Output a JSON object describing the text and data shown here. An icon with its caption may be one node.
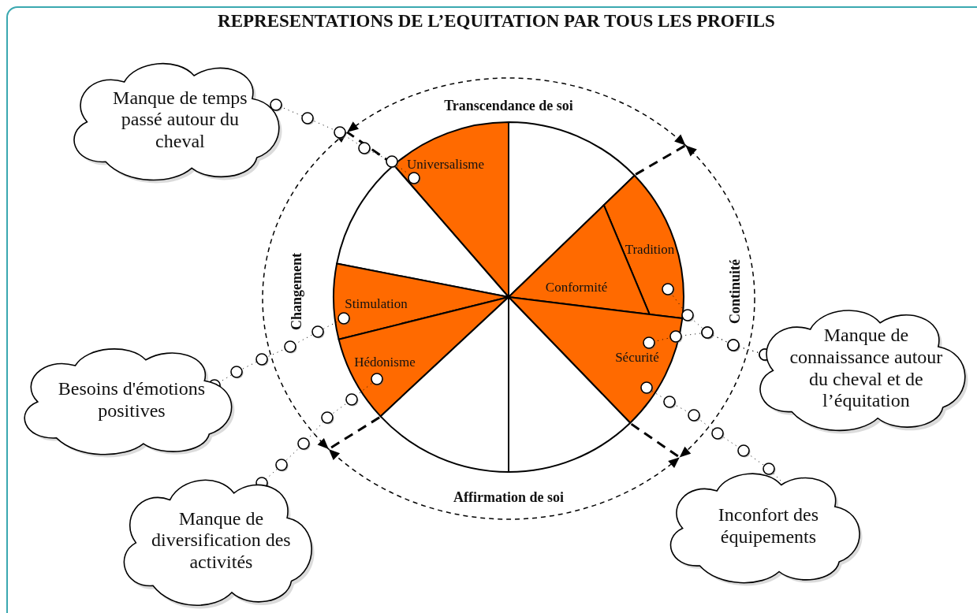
{
  "diagram": {
    "title": "REPRESENTATIONS DE L’EQUITATION PAR TOUS LES PROFILS",
    "nodes": [
      {
        "text": [
          "Manque de temps passé autour du cheval"
        ]
      },
      {
        "text": [
          "Universalisme"
        ]
      },
      {
        "text": [],
        "shape": "wedge"
      },
      {
        "text": [
          "Tradition"
        ]
      },
      {
        "text": [
          "Conformité"
        ]
      },
      {
        "text": [],
        "shape": "wedge"
      },
      {
        "text": [
          "Stimulation"
        ]
      },
      {
        "text": [
          "Manque de connaissance autour du cheval et de l’équitation"
        ]
      },
      {
        "text": [
          "Sécurité"
        ]
      },
      {
        "text": [
          "Hédonisme"
        ]
      },
      {
        "text": [
          "Besoins d'émotions positives"
        ]
      },
      {
        "text": [],
        "shape": "wedge"
      },
      {
        "text": [],
        "shape": "wedge"
      },
      {
        "text": [
          "Manque de diversification des activités"
        ]
      },
      {
        "text": [
          "Inconfort des équipements"
        ]
      }
    ],
    "edges": [
      {
        "from": 0,
        "to": 1,
        "arrow": "other"
      },
      {
        "from": 7,
        "to": 3,
        "arrow": "other"
      },
      {
        "from": 7,
        "to": 8,
        "arrow": "other"
      },
      {
        "from": 14,
        "to": 8,
        "arrow": "other"
      },
      {
        "from": 10,
        "to": 6,
        "arrow": "other"
      },
      {
        "from": 13,
        "to": 9,
        "arrow": "other"
      }
    ],
    "labels": [
      "Transcendance de soi",
      "Changement",
      "Continuité",
      "Affirmation de soi"
    ]
  }
}
